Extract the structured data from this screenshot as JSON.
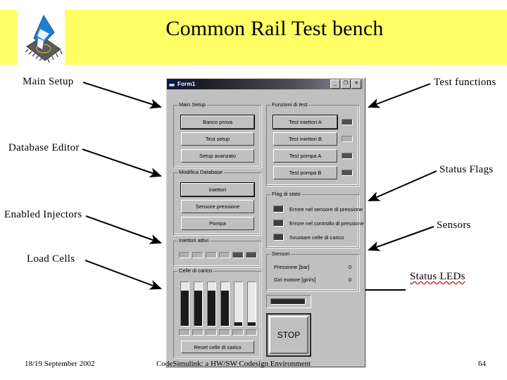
{
  "slide": {
    "title": "Common Rail Test bench",
    "logo_icon": "chip-flag-logo",
    "banner_color": "#ffff66"
  },
  "annotations": {
    "left": [
      {
        "label": "Main Setup",
        "target": "main-setup-group"
      },
      {
        "label": "Database Editor",
        "target": "modifica-database-group"
      },
      {
        "label": "Enabled Injectors",
        "target": "iniettori-attivi-group"
      },
      {
        "label": "Load Cells",
        "target": "celle-di-carico-group"
      }
    ],
    "right": [
      {
        "label": "Test functions",
        "target": "funzioni-di-test-group"
      },
      {
        "label": "Status Flags",
        "target": "flag-di-stato-group"
      },
      {
        "label": "Sensors",
        "target": "sensori-group"
      },
      {
        "label": "Status LEDs",
        "target": "status-led-bar",
        "spellcheck_underline": true
      }
    ]
  },
  "form": {
    "title": "Form1",
    "icon": "vb-form-icon",
    "window_buttons": [
      {
        "name": "minimize",
        "glyph": "_"
      },
      {
        "name": "maximize",
        "glyph": "❐"
      },
      {
        "name": "close",
        "glyph": "✕"
      }
    ],
    "main_setup": {
      "caption": "Main Setup",
      "buttons": [
        "Banco prova",
        "Test setup",
        "Setup avanzato"
      ]
    },
    "modifica_database": {
      "caption": "Modifica Database",
      "buttons": [
        "Iniettori",
        "Sensore pressione",
        "Pompa"
      ]
    },
    "iniettori_attivi": {
      "caption": "Iniettori attivi",
      "leds": [
        "off",
        "off",
        "off",
        "off",
        "on",
        "on"
      ]
    },
    "celle_di_carico": {
      "caption": "Celle di carico",
      "gauges": [
        80,
        80,
        80,
        80,
        8,
        8
      ],
      "leds": [
        "off",
        "off",
        "off",
        "off",
        "off",
        "off"
      ],
      "reset_button": "Reset celle di carico"
    },
    "funzioni_di_test": {
      "caption": "Funzioni di test",
      "rows": [
        {
          "label": "Test iniettori A",
          "led": "on"
        },
        {
          "label": "Test iniettori B",
          "led": "off"
        },
        {
          "label": "Test pompa A",
          "led": "on"
        },
        {
          "label": "Test pompa B",
          "led": "on"
        }
      ]
    },
    "flag_di_stato": {
      "caption": "Flag di stato",
      "flags": [
        "Errore nel sensore di pressione",
        "Errore nel controllo di pressione",
        "Svuotare celle di carico"
      ]
    },
    "sensori": {
      "caption": "Sensori",
      "readings": [
        {
          "label": "Pressione [bar]",
          "value": "0"
        },
        {
          "label": "Giri motore [giri/s]",
          "value": "0"
        }
      ]
    },
    "status_led_bar": {
      "name": "status-led-bar"
    },
    "stop_button": "STOP"
  },
  "footer": {
    "date": "18/19 September 2002",
    "center": "CodeSimulink: a HW/SW Codesign Environment",
    "page": "64"
  }
}
